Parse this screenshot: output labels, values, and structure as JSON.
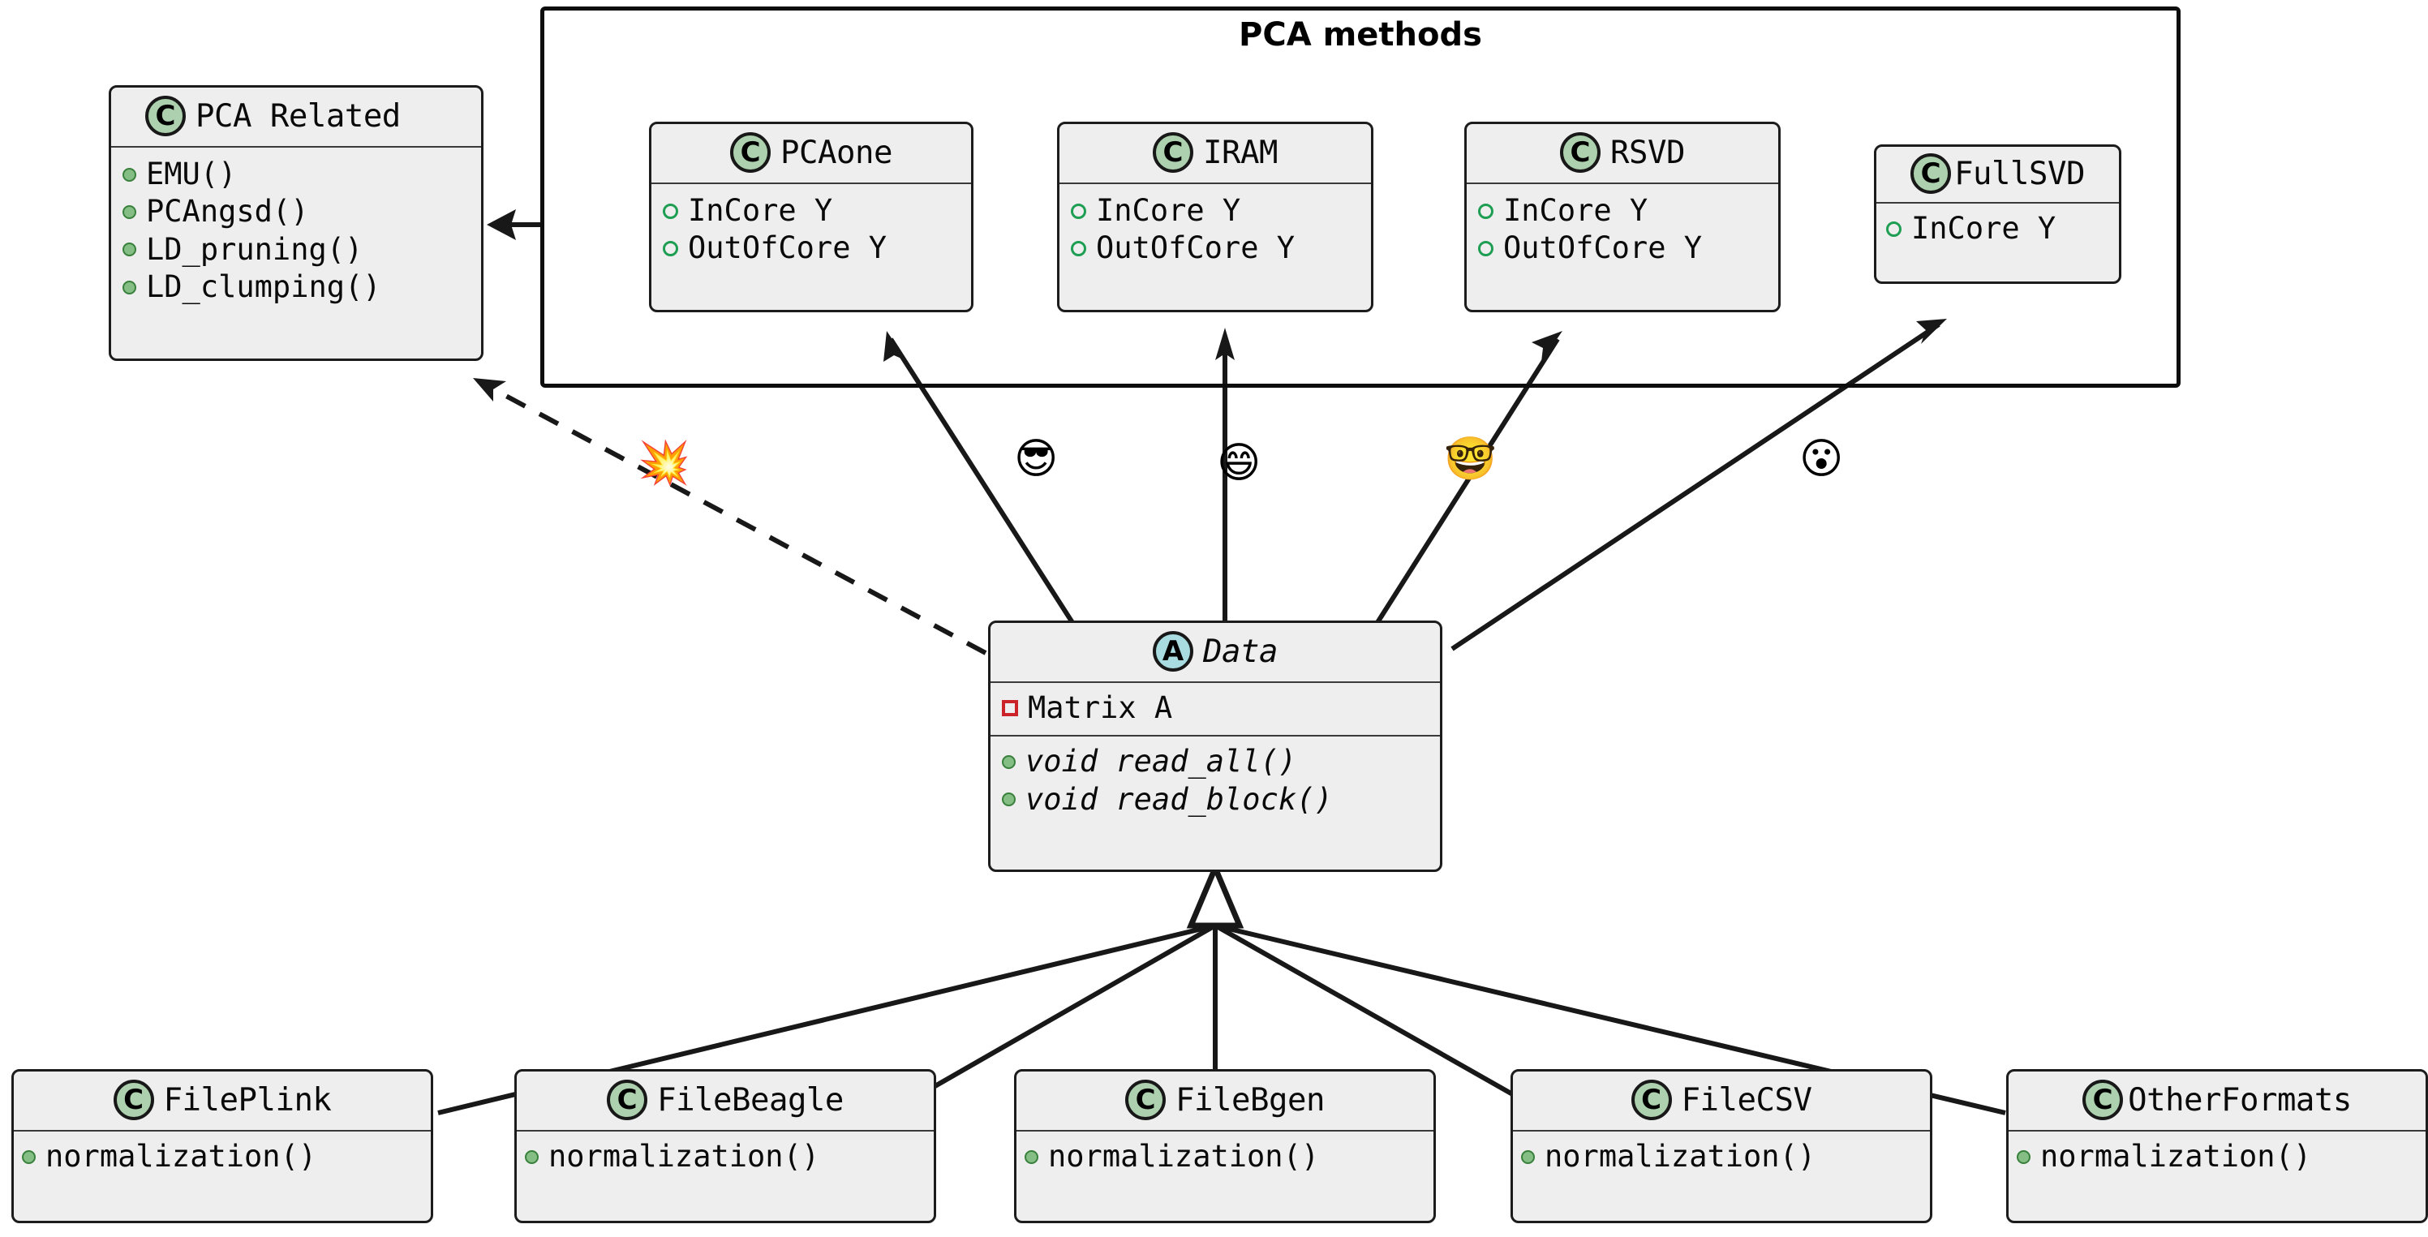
{
  "diagram": {
    "type": "uml-class-diagram",
    "background": "#ffffff",
    "colors": {
      "class_stereotype_fill": "#ADD1AE",
      "abstract_stereotype_fill": "#A8DCE0",
      "box_fill": "#EEEEEE",
      "box_border": "#1C1C1C",
      "method_bullet": "#84BE84",
      "hollow_bullet": "#1E9E53",
      "field_bullet": "#CC2229",
      "edge": "#181818"
    }
  },
  "package": {
    "title": "PCA methods",
    "members": [
      {
        "stereotype": "C",
        "name": "PCAone",
        "attributes": [
          "InCore Y",
          "OutOfCore Y"
        ]
      },
      {
        "stereotype": "C",
        "name": "IRAM",
        "attributes": [
          "InCore Y",
          "OutOfCore Y"
        ]
      },
      {
        "stereotype": "C",
        "name": "RSVD",
        "attributes": [
          "InCore Y",
          "OutOfCore Y"
        ]
      },
      {
        "stereotype": "C",
        "name": "FullSVD",
        "attributes": [
          "InCore Y"
        ]
      }
    ]
  },
  "pca_related": {
    "stereotype": "C",
    "name": "PCA Related",
    "methods": [
      "EMU()",
      "PCAngsd()",
      "LD_pruning()",
      "LD_clumping()"
    ]
  },
  "data_class": {
    "stereotype": "A",
    "name": "Data",
    "abstract": true,
    "fields": [
      "Matrix A"
    ],
    "methods": [
      "void read_all()",
      "void read_block()"
    ]
  },
  "file_classes": [
    {
      "stereotype": "C",
      "name": "FilePlink",
      "methods": [
        "normalization()"
      ]
    },
    {
      "stereotype": "C",
      "name": "FileBeagle",
      "methods": [
        "normalization()"
      ]
    },
    {
      "stereotype": "C",
      "name": "FileBgen",
      "methods": [
        "normalization()"
      ]
    },
    {
      "stereotype": "C",
      "name": "FileCSV",
      "methods": [
        "normalization()"
      ]
    },
    {
      "stereotype": "C",
      "name": "OtherFormats",
      "methods": [
        "normalization()"
      ]
    }
  ],
  "annotations": [
    {
      "name": "collision-emoji",
      "glyph": "💥"
    },
    {
      "name": "sunglasses-emoji",
      "glyph": "😎"
    },
    {
      "name": "grin-emoji",
      "glyph": "😄"
    },
    {
      "name": "nerd-emoji",
      "glyph": "🤓"
    },
    {
      "name": "astonished-emoji",
      "glyph": "😮"
    }
  ],
  "relations": [
    {
      "from": "Data",
      "to": "PCAone",
      "kind": "association-arrow"
    },
    {
      "from": "Data",
      "to": "IRAM",
      "kind": "association-arrow"
    },
    {
      "from": "Data",
      "to": "RSVD",
      "kind": "association-arrow"
    },
    {
      "from": "Data",
      "to": "FullSVD",
      "kind": "association-arrow"
    },
    {
      "from": "Data",
      "to": "PCA Related",
      "kind": "dashed-dependency"
    },
    {
      "from": "PCA methods",
      "to": "PCA Related",
      "kind": "association-arrow"
    },
    {
      "from": "FilePlink",
      "to": "Data",
      "kind": "generalization"
    },
    {
      "from": "FileBeagle",
      "to": "Data",
      "kind": "generalization"
    },
    {
      "from": "FileBgen",
      "to": "Data",
      "kind": "generalization"
    },
    {
      "from": "FileCSV",
      "to": "Data",
      "kind": "generalization"
    },
    {
      "from": "OtherFormats",
      "to": "Data",
      "kind": "generalization"
    }
  ]
}
